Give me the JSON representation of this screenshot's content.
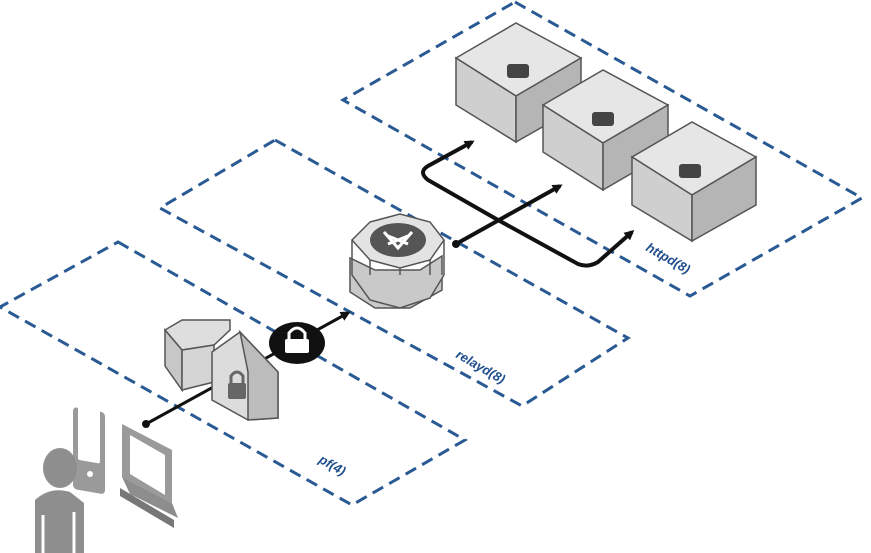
{
  "zones": [
    {
      "id": "pf",
      "label": "pf(4)"
    },
    {
      "id": "relayd",
      "label": "relayd(8)"
    },
    {
      "id": "httpd",
      "label": "httpd(8)"
    }
  ],
  "nodes": {
    "clients": [
      "user-icon",
      "phone-icon",
      "desktop-icon"
    ],
    "firewall": "firewall-icon",
    "tls": "padlock-icon",
    "relay": "relay-octagon-icon",
    "servers": [
      "server-1",
      "server-2",
      "server-3"
    ]
  },
  "colors": {
    "zone_border": "#2a5a93",
    "label": "#1f4e8c",
    "connector": "#111111",
    "box_top": "#e6e6e6",
    "box_left": "#cfcfcf",
    "box_right": "#b5b5b5",
    "outline": "#555555"
  }
}
